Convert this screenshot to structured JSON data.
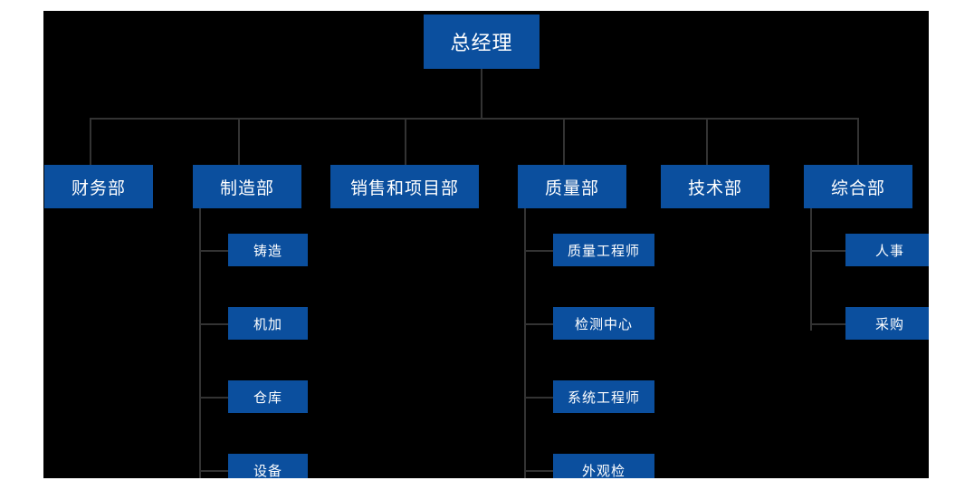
{
  "chart_title": "",
  "colors": {
    "canvas_background": "#000000",
    "node_fill": "#0b4f9e",
    "node_text": "#ffffff",
    "connector": "#333333",
    "page_background": "#ffffff"
  },
  "root": {
    "label": "总经理"
  },
  "departments": [
    {
      "label": "财务部",
      "children": []
    },
    {
      "label": "制造部",
      "children": [
        {
          "label": "铸造"
        },
        {
          "label": "机加"
        },
        {
          "label": "仓库"
        },
        {
          "label": "设备"
        }
      ]
    },
    {
      "label": "销售和项目部",
      "children": []
    },
    {
      "label": "质量部",
      "children": [
        {
          "label": "质量工程师"
        },
        {
          "label": "检测中心"
        },
        {
          "label": "系统工程师"
        },
        {
          "label": "外观检"
        }
      ]
    },
    {
      "label": "技术部",
      "children": []
    },
    {
      "label": "综合部",
      "children": [
        {
          "label": "人事"
        },
        {
          "label": "采购"
        }
      ]
    }
  ]
}
